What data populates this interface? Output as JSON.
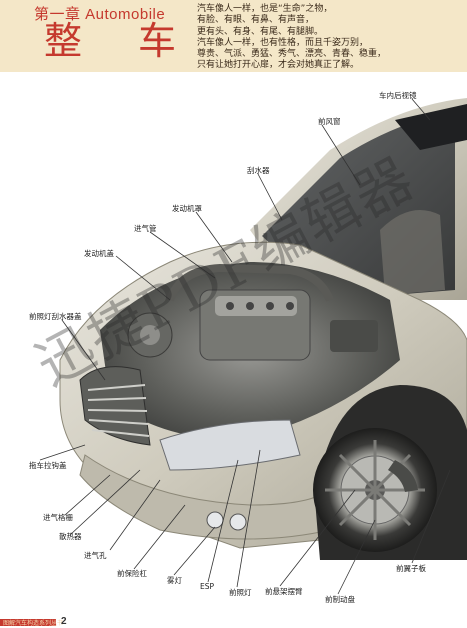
{
  "header": {
    "chapter": "第一章 Automobile",
    "title": "整车",
    "intro_lines": [
      "汽车像人一样，也是“生命”之物，",
      "有脸、有眼、有鼻、有声音，",
      "更有头、有身、有尾、有腿脚。",
      "汽车像人一样，也有性格，而且千姿万别，",
      "尊贵、气派、勇猛、秀气、漂亮、青春、稳重，",
      "只有让她打开心扉，才会对她真正了解。"
    ]
  },
  "labels": {
    "rear_mirror": "车内后视镜",
    "windshield": "前风窗",
    "wiper": "刮水器",
    "engine_cover": "发动机罩",
    "intake_pipe": "进气管",
    "hood": "发动机盖",
    "headlamp_wiper_cover": "前照灯刮水器盖",
    "tow_hook_cover": "拖车拉钩盖",
    "grille": "进气格栅",
    "radiator": "散热器",
    "air_inlet": "进气孔",
    "front_bumper": "前保险杠",
    "fog_lamp": "雾灯",
    "esp": "ESP",
    "headlamp": "前照灯",
    "suspension_arm": "前悬架摆臂",
    "brake_disc": "前制动盘",
    "fender": "前翼子板"
  },
  "watermark": "迅捷PDF编辑器",
  "footer": {
    "series": "图解汽车构造系列丛书",
    "page": "2"
  },
  "colors": {
    "accent": "#c5392e",
    "header_bg": "#f4e7c8"
  }
}
